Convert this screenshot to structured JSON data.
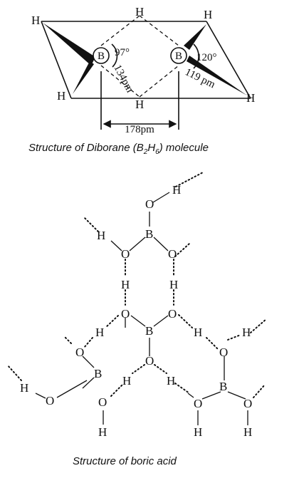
{
  "diborane": {
    "caption_pre": "Structure of Diborane (B",
    "caption_sub1": "2",
    "caption_mid": "H",
    "caption_sub2": "6",
    "caption_post": ") molecule",
    "atom_H": "H",
    "atom_B": "B",
    "angle_left": "97°",
    "angle_right": "120°",
    "bond_bridge": "134pm",
    "bond_terminal": "119 pm",
    "distance_BB": "178pm"
  },
  "boric_acid": {
    "caption": "Structure of boric acid",
    "atom_H": "H",
    "atom_O": "O",
    "atom_B": "B"
  }
}
